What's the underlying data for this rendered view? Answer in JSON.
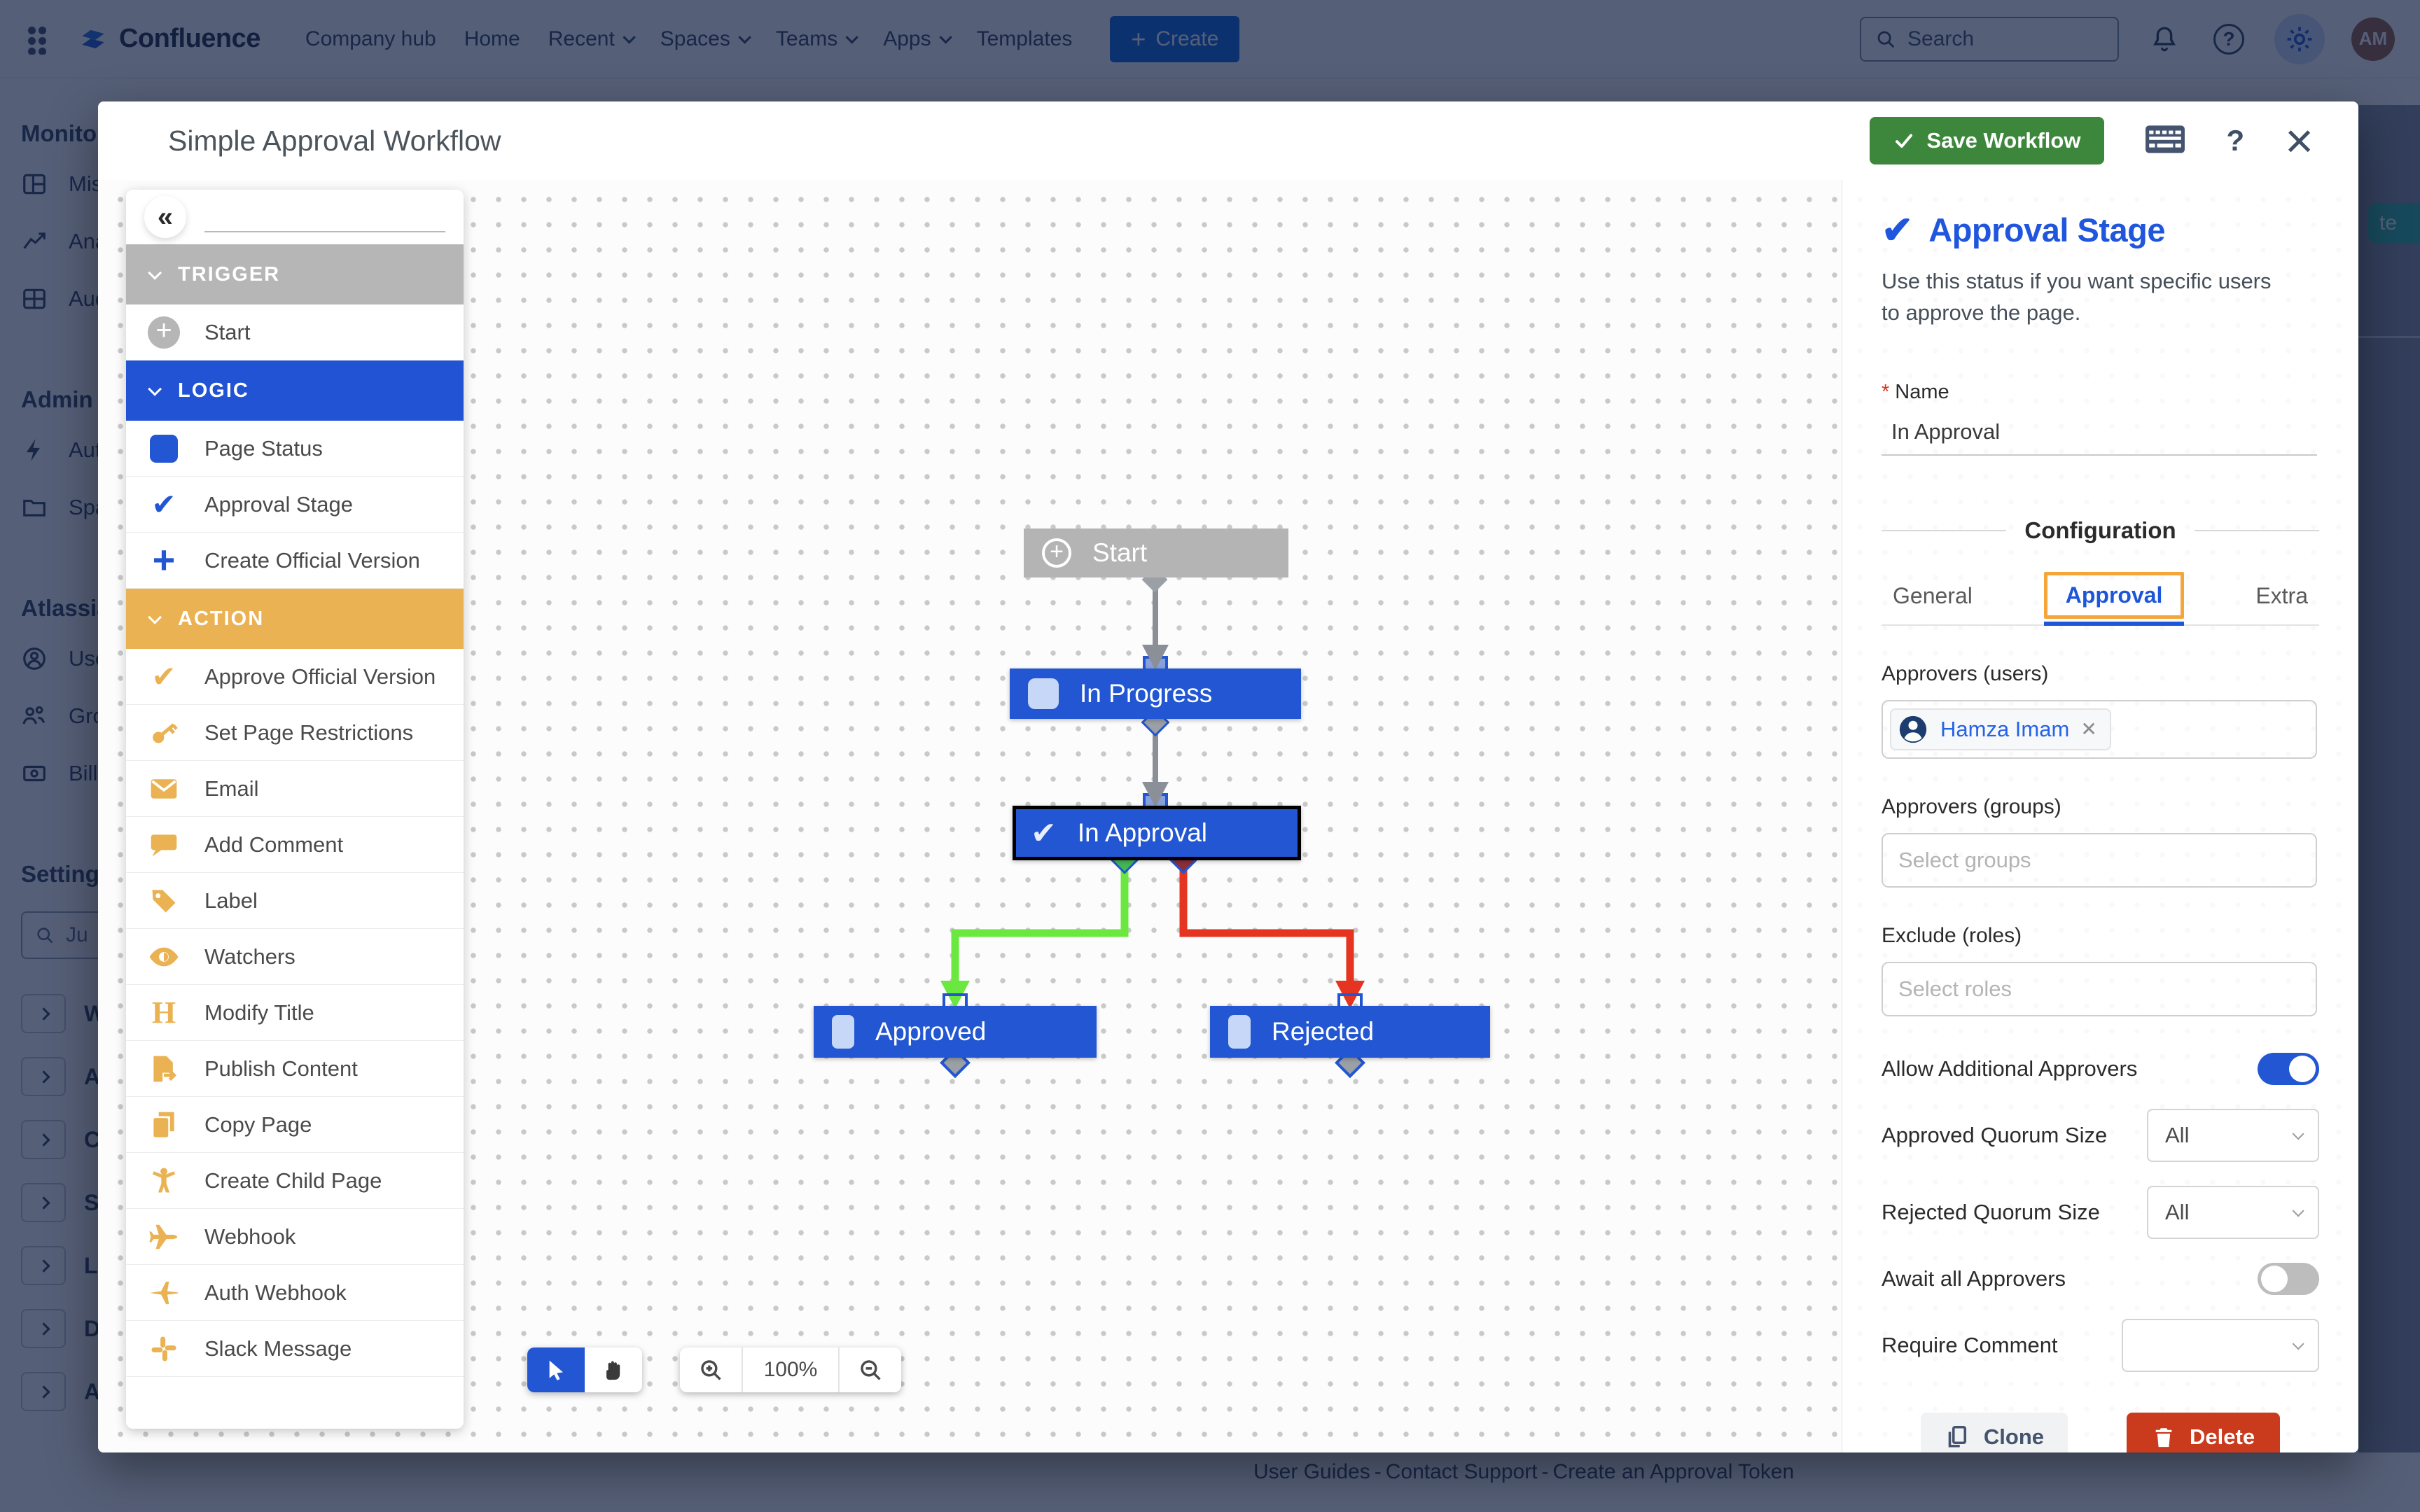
{
  "colors": {
    "accent_blue": "#2256d2",
    "logic_header_blue": "#2153d4",
    "trigger_header_gray": "#b6b6b6",
    "action_header_orange": "#eab253",
    "save_green": "#3c873c",
    "delete_red": "#ca3a1d",
    "inspector_title_blue": "#1f56dd",
    "tab_focus_orange": "#f5a63b",
    "edge_green": "#6ae83f",
    "edge_red": "#e5341f",
    "edge_gray": "#8a8f98",
    "create_button_blue": "#0c66e4"
  },
  "nav": {
    "brand": "Confluence",
    "items": [
      {
        "label": "Company hub",
        "dropdown": false
      },
      {
        "label": "Home",
        "dropdown": false
      },
      {
        "label": "Recent",
        "dropdown": true
      },
      {
        "label": "Spaces",
        "dropdown": true
      },
      {
        "label": "Teams",
        "dropdown": true
      },
      {
        "label": "Apps",
        "dropdown": true
      },
      {
        "label": "Templates",
        "dropdown": false
      }
    ],
    "create_label": "Create",
    "search_placeholder": "Search",
    "avatar_initials": "AM"
  },
  "sidebar": {
    "section1": {
      "title": "Monitori",
      "items": [
        "Mis",
        "Ana",
        "Aud"
      ]
    },
    "section2": {
      "title": "Admin t",
      "items": [
        "Aut",
        "Spa"
      ]
    },
    "section3": {
      "title": "Atlassia",
      "items": [
        "Use",
        "Gro",
        "Billi"
      ]
    },
    "section4": {
      "title": "Settings",
      "search_placeholder": "Ju",
      "items": [
        "Wor",
        "App",
        "Con",
        "Sec",
        "Loo",
        "Dat",
        "Atla"
      ]
    }
  },
  "background": {
    "right_fragment_text": "te"
  },
  "footer": {
    "links": [
      "User Guides",
      "Contact Support",
      "Create an Approval Token"
    ],
    "separator": "-"
  },
  "modal": {
    "title": "Simple Approval Workflow",
    "header": {
      "save_label": "Save Workflow"
    },
    "palette": {
      "sections": [
        {
          "label": "TRIGGER",
          "items": [
            {
              "label": "Start"
            }
          ]
        },
        {
          "label": "LOGIC",
          "items": [
            {
              "label": "Page Status"
            },
            {
              "label": "Approval Stage"
            },
            {
              "label": "Create Official Version"
            }
          ]
        },
        {
          "label": "ACTION",
          "items": [
            {
              "label": "Approve Official Version"
            },
            {
              "label": "Set Page Restrictions"
            },
            {
              "label": "Email"
            },
            {
              "label": "Add Comment"
            },
            {
              "label": "Label"
            },
            {
              "label": "Watchers"
            },
            {
              "label": "Modify Title"
            },
            {
              "label": "Publish Content"
            },
            {
              "label": "Copy Page"
            },
            {
              "label": "Create Child Page"
            },
            {
              "label": "Webhook"
            },
            {
              "label": "Auth Webhook"
            },
            {
              "label": "Slack Message"
            }
          ]
        }
      ]
    },
    "canvas": {
      "nodes": [
        {
          "label": "Start",
          "type": "trigger"
        },
        {
          "label": "In Progress",
          "type": "page-status"
        },
        {
          "label": "In Approval",
          "type": "approval-stage",
          "selected": true
        },
        {
          "label": "Approved",
          "type": "page-status"
        },
        {
          "label": "Rejected",
          "type": "page-status"
        }
      ],
      "zoom_level": "100%"
    },
    "inspector": {
      "title": "Approval Stage",
      "description": "Use this status if you want specific users to approve the page.",
      "name_label": "Name",
      "name_value": "In Approval",
      "config_heading": "Configuration",
      "tabs": [
        {
          "label": "General"
        },
        {
          "label": "Approval",
          "active": true
        },
        {
          "label": "Extra"
        }
      ],
      "approvers_users_label": "Approvers (users)",
      "approver_chip_name": "Hamza Imam",
      "approvers_groups_label": "Approvers (groups)",
      "groups_placeholder": "Select groups",
      "exclude_roles_label": "Exclude (roles)",
      "roles_placeholder": "Select roles",
      "rows": [
        {
          "label": "Allow Additional Approvers",
          "type": "toggle",
          "value": "on"
        },
        {
          "label": "Approved Quorum Size",
          "type": "select",
          "value": "All"
        },
        {
          "label": "Rejected Quorum Size",
          "type": "select",
          "value": "All"
        },
        {
          "label": "Await all Approvers",
          "type": "toggle",
          "value": "off"
        },
        {
          "label": "Require Comment",
          "type": "select",
          "value": ""
        }
      ],
      "clone_label": "Clone",
      "delete_label": "Delete"
    }
  }
}
